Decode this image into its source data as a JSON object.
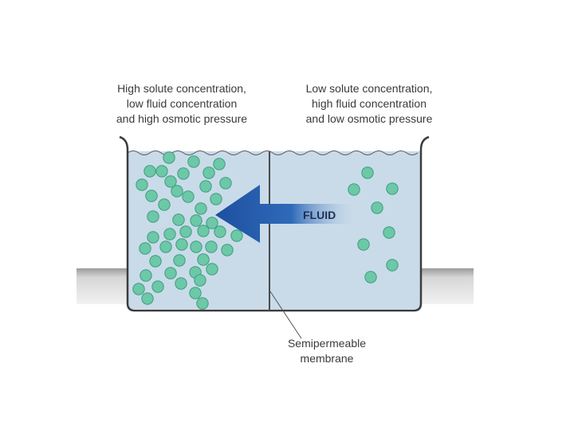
{
  "left_label": [
    "High solute concentration,",
    "low fluid concentration",
    "and high osmotic pressure"
  ],
  "right_label": [
    "Low solute concentration,",
    "high fluid concentration",
    "and low osmotic pressure"
  ],
  "arrow_label": "FLUID",
  "membrane_label": [
    "Semipermeable",
    "membrane"
  ],
  "colors": {
    "water": "#c9dbe9",
    "particle_fill": "#6cc8a7",
    "particle_stroke": "#3f9d7f",
    "arrow": "#1f56a8",
    "table": "#cfcfcf",
    "container_outline": "#3c3c3c"
  }
}
